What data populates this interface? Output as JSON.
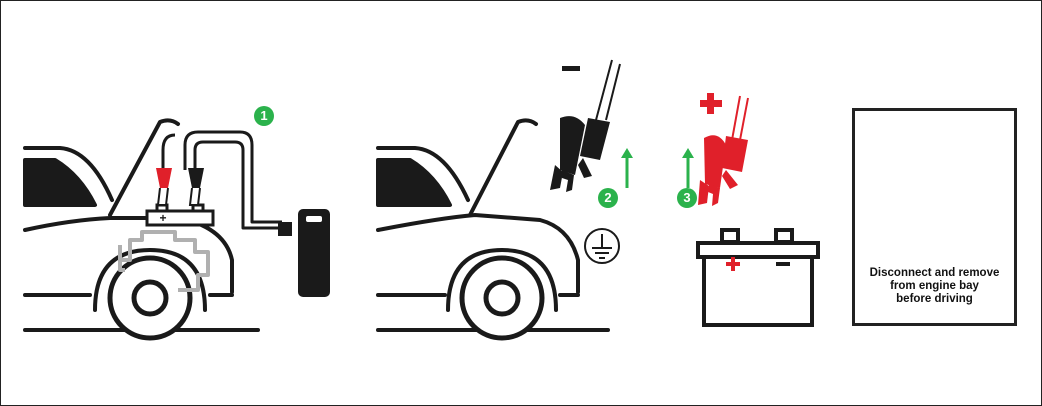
{
  "steps": {
    "step1": "1",
    "step2": "2",
    "step3": "3"
  },
  "battery_signs": {
    "plus": "+",
    "minus": "−"
  },
  "warning": {
    "line1": "Disconnect and remove",
    "line2": "from engine bay",
    "line3": "before driving"
  },
  "colors": {
    "outline": "#1a1a1a",
    "positive_clamp": "#e0202a",
    "step_green": "#2bb24c",
    "engine_gray": "#b0b0b0"
  },
  "icons": [
    "jump-starter-icon",
    "ground-symbol-icon",
    "car-battery-icon",
    "disconnect-icon",
    "car-icon",
    "negative-clamp-icon",
    "positive-clamp-icon"
  ]
}
